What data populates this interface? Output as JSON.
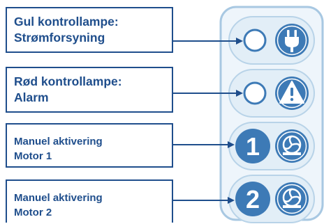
{
  "labels": {
    "power": {
      "line1": "Gul kontrollampe:",
      "line2": "Strømforsyning"
    },
    "alarm": {
      "line1": "Rød kontrollampe:",
      "line2": "Alarm"
    },
    "motor1": {
      "line1": "Manuel aktivering",
      "line2": "Motor 1"
    },
    "motor2": {
      "line1": "Manuel aktivering",
      "line2": "Motor 2"
    }
  },
  "buttons": {
    "motor1_number": "1",
    "motor2_number": "2"
  },
  "icons": {
    "power": "power-plug-icon",
    "alarm": "warning-triangle-icon",
    "fan1": "fan-icon",
    "fan2": "fan-icon"
  },
  "colors": {
    "label_text": "#1f4e8c",
    "label_border": "#1f4e8c",
    "arrow": "#1f4e8c",
    "panel_bg": "#e2eef7",
    "panel_border": "#9cc0dc",
    "button_fill": "#3d7ab6",
    "indicator_ring": "#3d7ab6"
  }
}
